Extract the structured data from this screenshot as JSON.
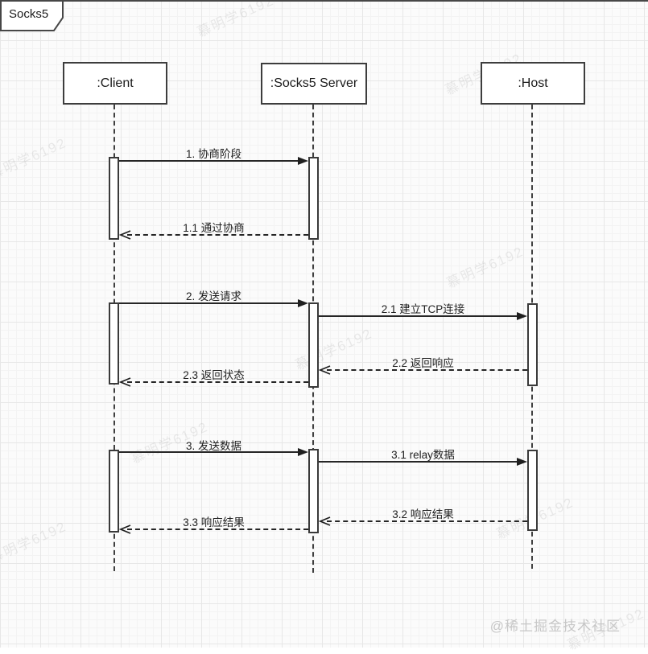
{
  "diagram": {
    "title": "Socks5",
    "participants": [
      {
        "label": ":Client"
      },
      {
        "label": ":Socks5 Server"
      },
      {
        "label": ":Host"
      }
    ],
    "messages": [
      {
        "label": "1. 协商阶段",
        "from": ":Client",
        "to": ":Socks5 Server",
        "line": "solid"
      },
      {
        "label": "1.1 通过协商",
        "from": ":Socks5 Server",
        "to": ":Client",
        "line": "dashed"
      },
      {
        "label": "2. 发送请求",
        "from": ":Client",
        "to": ":Socks5 Server",
        "line": "solid"
      },
      {
        "label": "2.1 建立TCP连接",
        "from": ":Socks5 Server",
        "to": ":Host",
        "line": "solid"
      },
      {
        "label": "2.2 返回响应",
        "from": ":Host",
        "to": ":Socks5 Server",
        "line": "dashed"
      },
      {
        "label": "2.3 返回状态",
        "from": ":Socks5 Server",
        "to": ":Client",
        "line": "dashed"
      },
      {
        "label": "3. 发送数据",
        "from": ":Client",
        "to": ":Socks5 Server",
        "line": "solid"
      },
      {
        "label": "3.1 relay数据",
        "from": ":Socks5 Server",
        "to": ":Host",
        "line": "solid"
      },
      {
        "label": "3.2 响应结果",
        "from": ":Host",
        "to": ":Socks5 Server",
        "line": "dashed"
      },
      {
        "label": "3.3 响应结果",
        "from": ":Socks5 Server",
        "to": ":Client",
        "line": "dashed"
      }
    ]
  },
  "watermark": {
    "diagonal_text": "慕明学6192",
    "credit": "@稀土掘金技术社区"
  },
  "colors": {
    "line": "#262626",
    "box_border": "#3d3d3d",
    "background": "#fbfbfb",
    "grid_minor": "#f3f3f3",
    "grid_major": "#e7e7e7",
    "watermark": "#ebebeb",
    "credit": "#c7c7c7"
  }
}
